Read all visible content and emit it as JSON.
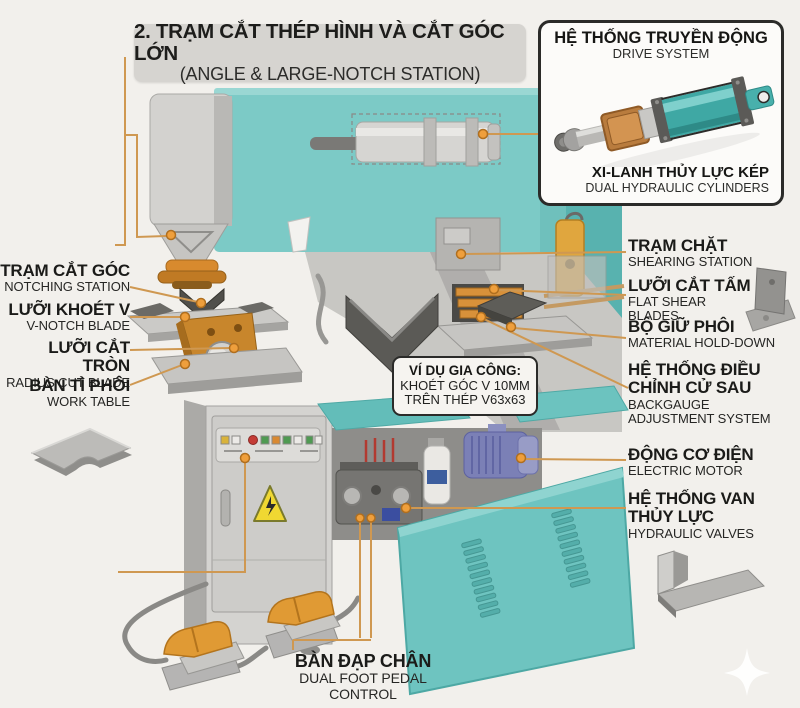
{
  "title": {
    "line1": "2. TRẠM CẮT THÉP HÌNH VÀ CẮT GÓC LỚN",
    "line2": "(ANGLE & LARGE-NOTCH STATION)"
  },
  "inset": {
    "title_vn": "HỆ THỐNG TRUYỀN ĐỘNG",
    "title_en": "DRIVE SYSTEM",
    "caption_vn": "XI-LANH THỦY LỰC KÉP",
    "caption_en": "DUAL HYDRAULIC CYLINDERS"
  },
  "callout": {
    "line1": "VÍ DỤ GIA CÔNG:",
    "line2": "KHOÉT GÓC V 10MM",
    "line3": "TRÊN THÉP V63x63"
  },
  "labels_left": [
    {
      "vn": "TRẠM CẮT GÓC",
      "en": "NOTCHING STATION"
    },
    {
      "vn": "LƯỠI KHOÉT V",
      "en": "V-NOTCH BLADE"
    },
    {
      "vn": "LƯỠI CẮT TRÒN",
      "en": "RADIUS CUT BLADE"
    },
    {
      "vn": "BÀN TÌ PHÔI",
      "en": "WORK TABLE"
    }
  ],
  "labels_right": [
    {
      "vn": "TRẠM CHẶT",
      "en": "SHEARING STATION"
    },
    {
      "vn": "LƯỠI CẮT TẤM",
      "en": "FLAT SHEAR BLADES"
    },
    {
      "vn": "BỘ GIỮ PHÔI",
      "en": "MATERIAL HOLD-DOWN"
    },
    {
      "vn": "HỆ THỐNG ĐIỀU CHỈNH CỬ SAU",
      "en": "BACKGAUGE ADJUSTMENT SYSTEM"
    },
    {
      "vn": "ĐỘNG CƠ ĐIỆN",
      "en": "ELECTRIC MOTOR"
    },
    {
      "vn": "HỆ THỐNG VAN THỦY LỰC",
      "en": "HYDRAULIC VALVES"
    }
  ],
  "label_bottom": {
    "vn": "BÀN ĐẠP CHÂN",
    "en": "DUAL FOOT PEDAL CONTROL"
  },
  "colors": {
    "background": "#f2f0ec",
    "machine_teal": "#7ccac6",
    "teal_dark": "#58b2af",
    "panel_teal": "#6ec4c0",
    "leader_orange": "#cf9851",
    "dot_orange": "#ef9f3c",
    "die_orange": "#d88a2e",
    "motor_purple": "#7b80b6",
    "warning_yellow": "#f0d832",
    "metal_gray": "#c9c8c5",
    "text_dark": "#1b1b19"
  }
}
